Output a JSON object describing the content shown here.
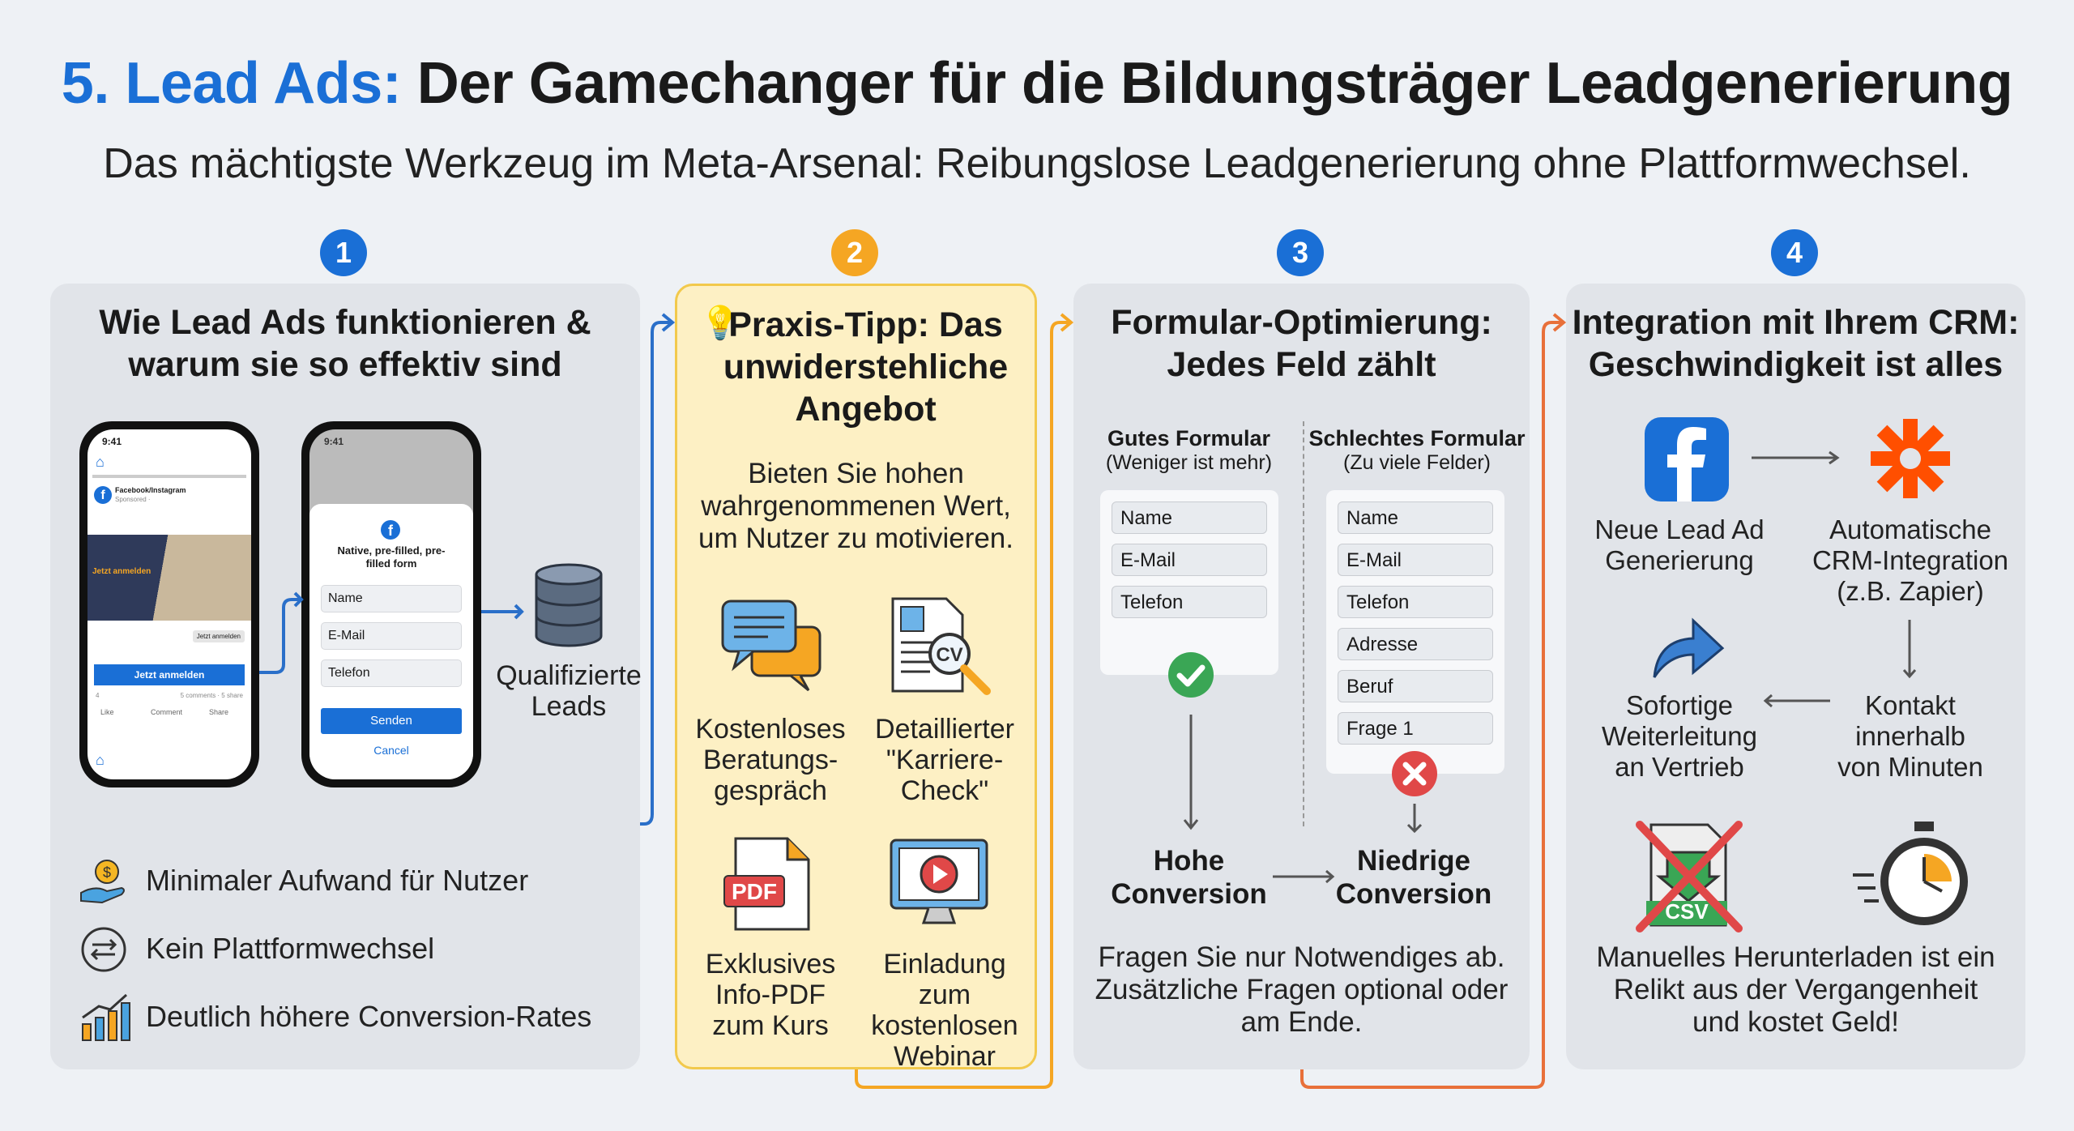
{
  "header": {
    "title_accent": "5. Lead Ads:",
    "title_rest": " Der Gamechanger für die Bildungsträger Leadgenerierung",
    "subtitle": "Das mächtigste Werkzeug im Meta-Arsenal: Reibungslose Leadgenerierung ohne Plattformwechsel."
  },
  "colors": {
    "blue": "#1a6fd6",
    "orange": "#f5a623",
    "connector_orange": "#e8703a",
    "yellow_panel": "#fdf0c4",
    "green": "#3aa655",
    "red": "#e04848"
  },
  "steps": [
    "1",
    "2",
    "3",
    "4"
  ],
  "panel1": {
    "heading_line1": "Wie Lead Ads funktionieren &",
    "heading_line2": "warum sie so effektiv sind",
    "phone1": {
      "time": "9:41",
      "page": "Facebook/Instagram",
      "sponsored": "Sponsored · ",
      "ad_title": "Jetzt anmelden",
      "cta_small": "Jetzt anmelden",
      "cta": "Jetzt anmelden",
      "reactions": "4",
      "stats": "5 comments · 5 share",
      "like": "Like",
      "comment": "Comment",
      "share": "Share"
    },
    "phone2": {
      "time": "9:41",
      "form_title": "Native, pre-filled, pre-filled form",
      "fields": [
        "Name",
        "E-Mail",
        "Telefon"
      ],
      "submit": "Senden",
      "cancel": "Cancel"
    },
    "result_line1": "Qualifizierte",
    "result_line2": "Leads",
    "bullets": [
      {
        "icon": "hand-coin-icon",
        "text": "Minimaler Aufwand für Nutzer"
      },
      {
        "icon": "swap-arrows-icon",
        "text": "Kein Plattformwechsel"
      },
      {
        "icon": "growth-chart-icon",
        "text": "Deutlich höhere Conversion-Rates"
      }
    ]
  },
  "panel2": {
    "heading_lines": [
      "Praxis-Tipp: Das",
      "unwiderstehliche",
      "Angebot"
    ],
    "body_lines": [
      "Bieten Sie hohen",
      "wahrgenommenen Wert,",
      "um Nutzer zu motivieren."
    ],
    "offers": [
      {
        "icon": "chat-bubbles-icon",
        "lines": [
          "Kostenloses",
          "Beratungs-",
          "gespräch"
        ]
      },
      {
        "icon": "cv-search-icon",
        "lines": [
          "Detaillierter",
          "\"Karriere-",
          "Check\""
        ]
      },
      {
        "icon": "pdf-file-icon",
        "label_icon": "PDF",
        "lines": [
          "Exklusives",
          "Info-PDF",
          "zum Kurs"
        ]
      },
      {
        "icon": "webinar-monitor-icon",
        "lines": [
          "Einladung zum",
          "kostenlosen",
          "Webinar"
        ]
      }
    ]
  },
  "panel3": {
    "heading_line1": "Formular-Optimierung:",
    "heading_line2": "Jedes Feld zählt",
    "good": {
      "title": "Gutes Formular",
      "subtitle": "(Weniger ist mehr)",
      "fields": [
        "Name",
        "E-Mail",
        "Telefon"
      ],
      "result_line1": "Hohe",
      "result_line2": "Conversion"
    },
    "bad": {
      "title": "Schlechtes Formular",
      "subtitle": "(Zu viele Felder)",
      "fields": [
        "Name",
        "E-Mail",
        "Telefon",
        "Adresse",
        "Beruf",
        "Frage 1"
      ],
      "result_line1": "Niedrige",
      "result_line2": "Conversion"
    },
    "footer_lines": [
      "Fragen Sie nur Notwendiges ab.",
      "Zusätzliche Fragen optional oder",
      "am Ende."
    ]
  },
  "panel4": {
    "heading_line1": "Integration mit Ihrem CRM:",
    "heading_line2": "Geschwindigkeit ist alles",
    "step_a": [
      "Neue Lead Ad",
      "Generierung"
    ],
    "step_b": [
      "Automatische",
      "CRM-Integration",
      "(z.B. Zapier)"
    ],
    "step_c": [
      "Kontakt",
      "innerhalb",
      "von Minuten"
    ],
    "step_d": [
      "Sofortige",
      "Weiterleitung",
      "an Vertrieb"
    ],
    "csv_label": "CSV",
    "footer_lines": [
      "Manuelles Herunterladen ist ein",
      "Relikt aus der Vergangenheit",
      "und kostet Geld!"
    ]
  }
}
